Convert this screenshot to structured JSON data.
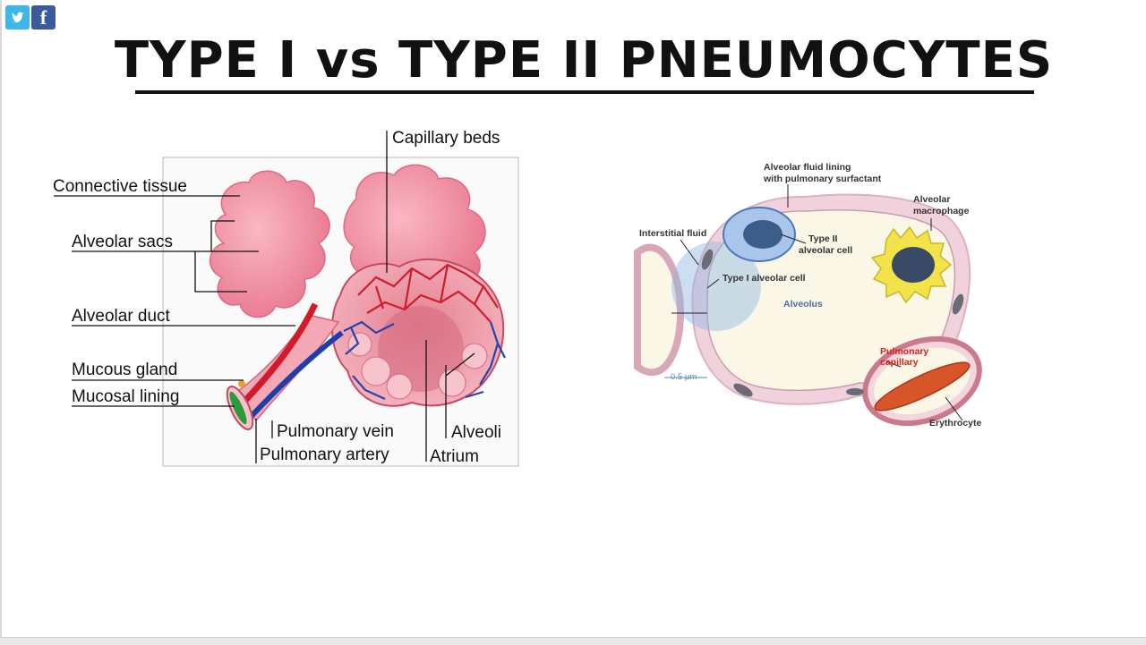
{
  "title": "TYPE I vs TYPE II PNEUMOCYTES",
  "social": {
    "twitter_icon": "twitter-bird-icon",
    "facebook_glyph": "f"
  },
  "left_diagram": {
    "labels": {
      "capillary_beds": "Capillary beds",
      "connective_tissue": "Connective tissue",
      "alveolar_sacs": "Alveolar sacs",
      "alveolar_duct": "Alveolar duct",
      "mucous_gland": "Mucous gland",
      "mucosal_lining": "Mucosal lining",
      "pulmonary_vein": "Pulmonary vein",
      "pulmonary_artery": "Pulmonary artery",
      "alveoli": "Alveoli",
      "atrium": "Atrium"
    }
  },
  "right_diagram": {
    "labels": {
      "fluid_lining_1": "Alveolar fluid lining",
      "fluid_lining_2": "with pulmonary surfactant",
      "macrophage_1": "Alveolar",
      "macrophage_2": "macrophage",
      "interstitial_fluid": "Interstitial fluid",
      "type2_1": "Type II",
      "type2_2": "alveolar cell",
      "type1": "Type I alveolar cell",
      "alveolus": "Alveolus",
      "capillary_1": "Pulmonary",
      "capillary_2": "capillary",
      "scale": "0.5 µm",
      "erythrocyte": "Erythrocyte"
    }
  },
  "colors": {
    "lung_pink": "#f08fa3",
    "artery_red": "#d11a2a",
    "vein_blue": "#1f3fa8",
    "type2_blue": "#8fb6e3",
    "macrophage_yellow": "#f3e34a",
    "alveolus_fill": "#fbf7e6",
    "capillary_red": "#d8552a"
  }
}
